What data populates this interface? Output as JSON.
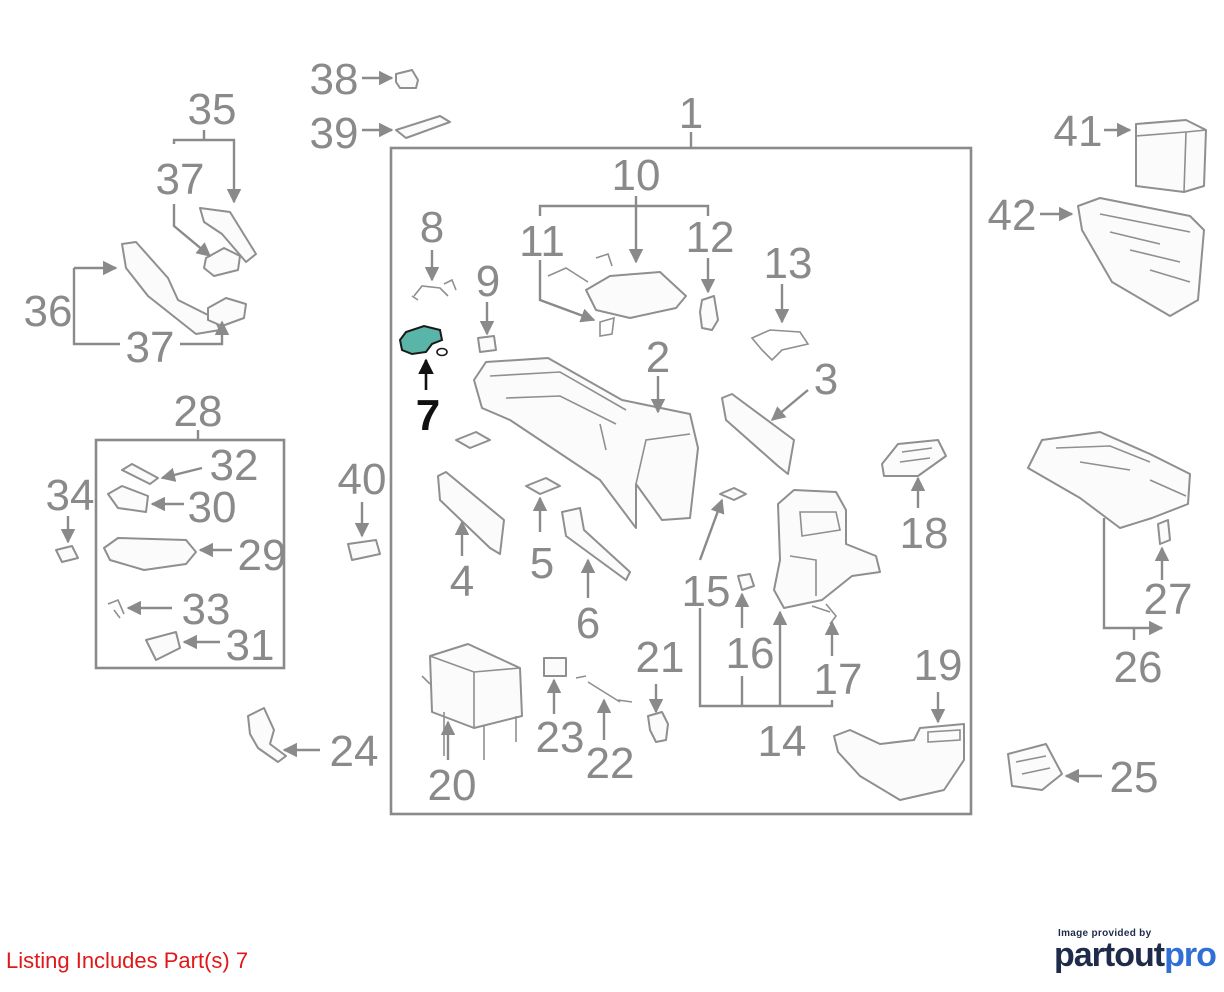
{
  "diagram": {
    "callouts": [
      "1",
      "2",
      "3",
      "4",
      "5",
      "6",
      "7",
      "8",
      "9",
      "10",
      "11",
      "12",
      "13",
      "14",
      "15",
      "16",
      "17",
      "18",
      "19",
      "20",
      "21",
      "22",
      "23",
      "24",
      "25",
      "26",
      "27",
      "28",
      "29",
      "30",
      "31",
      "32",
      "33",
      "34",
      "35",
      "36",
      "37",
      "38",
      "39",
      "40",
      "41",
      "42"
    ],
    "highlighted_part": "7",
    "highlight_color": "#58b5a8"
  },
  "footer": {
    "listing_text": "Listing Includes Part(s) 7",
    "listing_color": "#e01818",
    "credit_text": "Image provided by",
    "brand_part1": "partout",
    "brand_part2": "pro"
  }
}
